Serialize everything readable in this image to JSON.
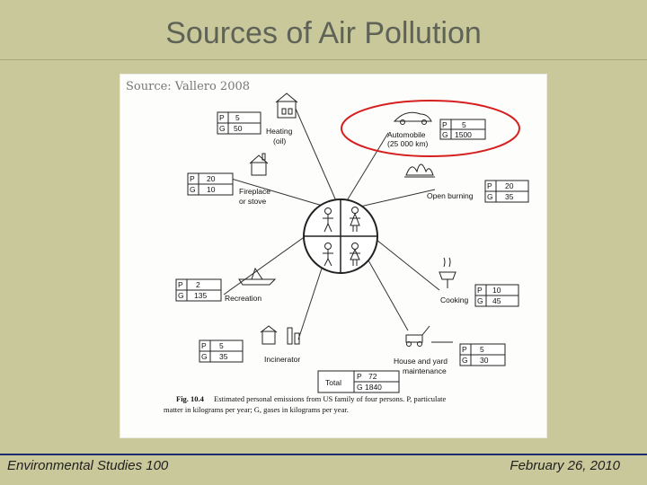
{
  "slide": {
    "title": "Sources of Air Pollution",
    "source": "Source: Vallero 2008",
    "footer_left": "Environmental Studies 100",
    "footer_right": "February 26, 2010"
  },
  "diagram": {
    "sources": [
      {
        "id": "heating",
        "label1": "Heating",
        "label2": "(oil)",
        "p": "5",
        "g": "50"
      },
      {
        "id": "automobile",
        "label1": "Automobile",
        "label2": "(25 000 km)",
        "p": "5",
        "g": "1500",
        "highlighted": true
      },
      {
        "id": "fireplace",
        "label1": "Fireplace",
        "label2": "or stove",
        "p": "20",
        "g": "10"
      },
      {
        "id": "open-burning",
        "label1": "Open burning",
        "label2": "",
        "p": "20",
        "g": "35"
      },
      {
        "id": "recreation",
        "label1": "Recreation",
        "label2": "",
        "p": "2",
        "g": "135"
      },
      {
        "id": "cooking",
        "label1": "Cooking",
        "label2": "",
        "p": "10",
        "g": "45"
      },
      {
        "id": "incinerator",
        "label1": "Incinerator",
        "label2": "",
        "p": "5",
        "g": "35"
      },
      {
        "id": "yard",
        "label1": "House and yard",
        "label2": "maintenance",
        "p": "5",
        "g": "30"
      }
    ],
    "total": {
      "label": "Total",
      "p": "72",
      "g": "1840"
    },
    "p_prefix": "P",
    "g_prefix": "G",
    "caption_fig": "Fig. 10.4",
    "caption_line1": "Estimated personal emissions from US family of four persons. P, particulate",
    "caption_line2": "matter in kilograms per year; G, gases in kilograms per year.",
    "highlight_color": "#d62020"
  }
}
